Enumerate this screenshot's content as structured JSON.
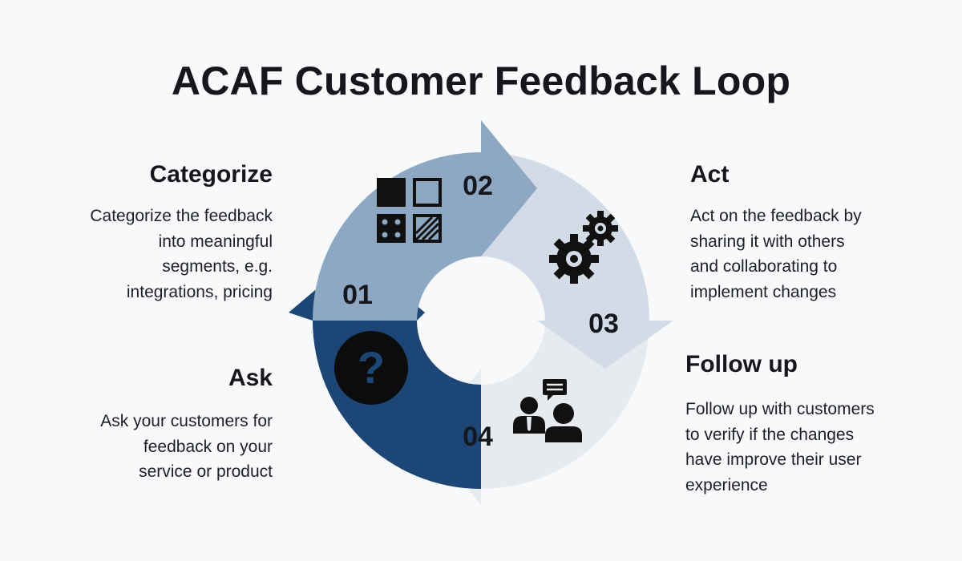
{
  "title": "ACAF Customer Feedback Loop",
  "colors": {
    "background": "#f8f9fa",
    "step_01": "#1b4676",
    "step_02": "#8ea7c2",
    "step_03": "#d3dce6",
    "step_04": "#e7ebf0",
    "icon": "#111111"
  },
  "steps": [
    {
      "number": "01",
      "heading": "Ask",
      "text": "Ask your customers for\nfeedback on your\nservice or product",
      "icon": "question-icon"
    },
    {
      "number": "02",
      "heading": "Categorize",
      "text": "Categorize the feedback\ninto meaningful\nsegments, e.g.\nintegrations, pricing",
      "icon": "grid-icon"
    },
    {
      "number": "03",
      "heading": "Act",
      "text": "Act on the feedback by\nsharing it with others\nand collaborating to\nimplement changes",
      "icon": "gears-icon"
    },
    {
      "number": "04",
      "heading": "Follow up",
      "text": "Follow up with customers\nto verify if the changes\nhave improve their user\nexperience",
      "icon": "people-chat-icon"
    }
  ]
}
